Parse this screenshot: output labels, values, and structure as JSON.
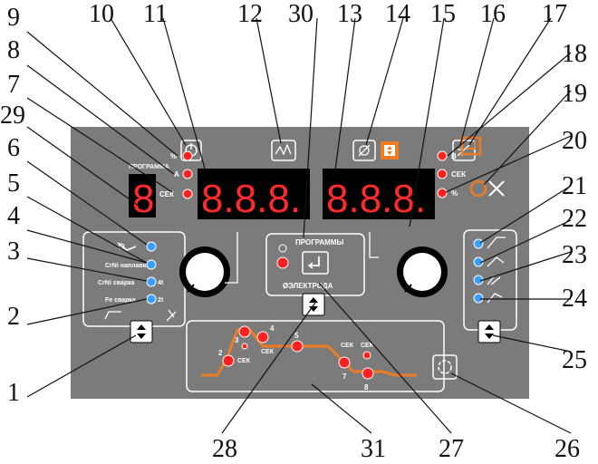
{
  "callouts": {
    "c1": "1",
    "c2": "2",
    "c3": "3",
    "c4": "4",
    "c5": "5",
    "c6": "6",
    "c7": "7",
    "c8": "8",
    "c9": "9",
    "c10": "10",
    "c11": "11",
    "c12": "12",
    "c13": "13",
    "c14": "14",
    "c15": "15",
    "c16": "16",
    "c17": "17",
    "c18": "18",
    "c19": "19",
    "c20": "20",
    "c21": "21",
    "c22": "22",
    "c23": "23",
    "c24": "24",
    "c25": "25",
    "c26": "26",
    "c27": "27",
    "c28": "28",
    "c29": "29",
    "c30": "30",
    "c31": "31"
  },
  "panel": {
    "program_label": "ПРОГРАММА",
    "left_units": {
      "percent": "%",
      "amp": "A",
      "sec": "СЕК"
    },
    "right_units": {
      "volt": "B",
      "sec": "СЕК",
      "percent": "%"
    },
    "program_digit": "8",
    "left_display": "8.8.8.",
    "right_display": "8.8.8.",
    "programs_label": "ПРОГРАММЫ",
    "electrode_label": "ØЭЛЕКТРОДА",
    "wire_modes": [
      "",
      "CrNi наплавка",
      "CrNi сварка",
      "Fe сварка"
    ],
    "trigger_modes": [
      "4t",
      "2t"
    ],
    "sequence": {
      "point_labels": [
        "2",
        "3",
        "4",
        "5",
        "7",
        "8"
      ],
      "sec_label": "СЕК"
    }
  },
  "colors": {
    "panel": "#7a7a7a",
    "display_bg": "#000000",
    "segment": "#ff2a2a",
    "led_blue": "#3aa0ff",
    "led_red": "#ff2020",
    "curve": "#f07c22"
  }
}
